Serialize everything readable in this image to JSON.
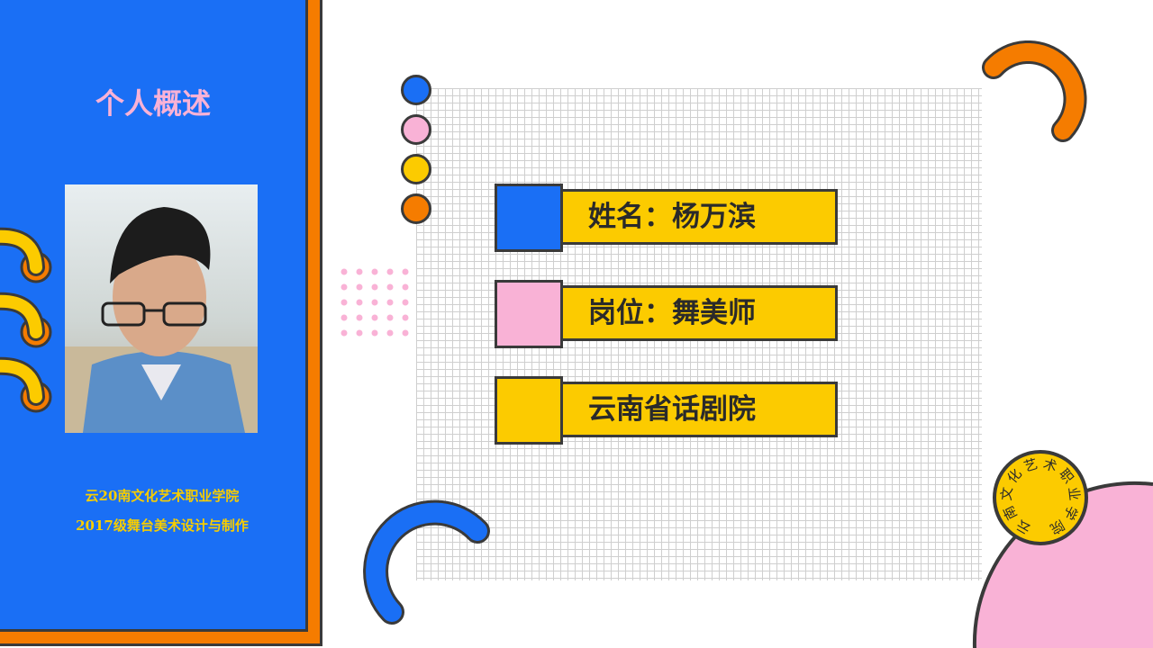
{
  "panel": {
    "title": "个人概述",
    "school_line": "云20南文化艺术职业学院",
    "class_line": "2017级舞台美术设计与制作"
  },
  "info": [
    {
      "text": "姓名：杨万滨",
      "square_color": "#1a6ff5"
    },
    {
      "text": "岗位：舞美师",
      "square_color": "#f9b2d6"
    },
    {
      "text": "云南省话剧院",
      "square_color": "#fccb00"
    }
  ],
  "seal": {
    "text": "云南文化艺术职业学院"
  },
  "colors": {
    "blue": "#1a6ff5",
    "orange": "#f57c00",
    "pink": "#f9b2d6",
    "yellow": "#fccb00"
  }
}
